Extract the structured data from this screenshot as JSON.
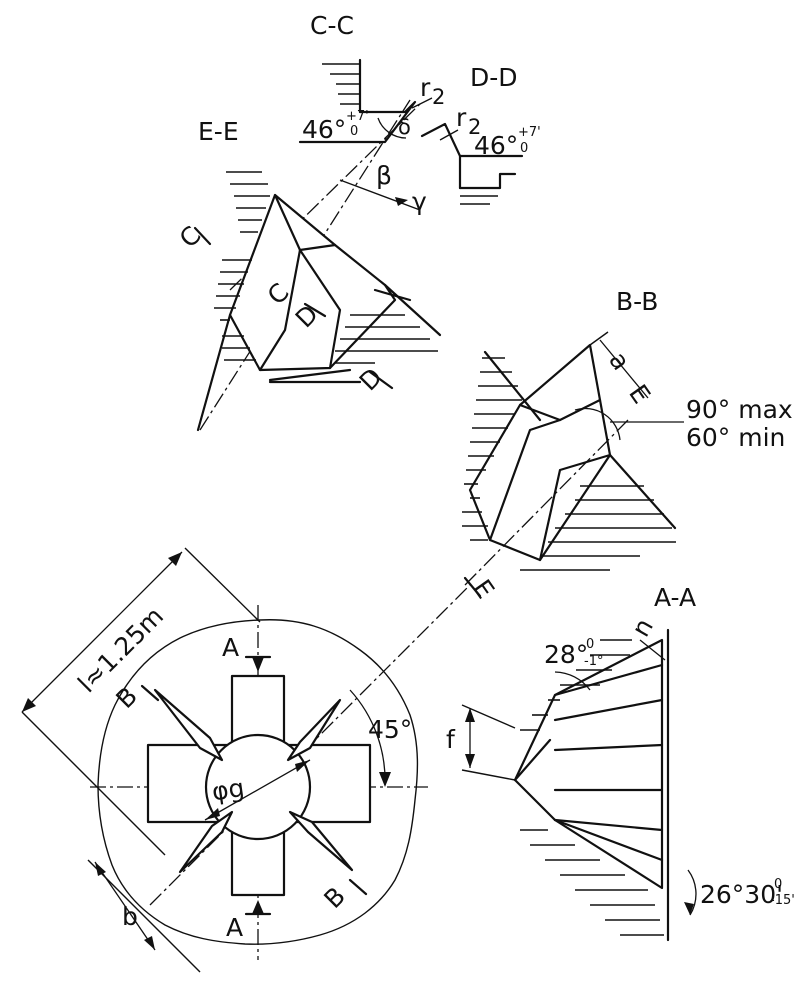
{
  "sections": {
    "cc": "C-C",
    "dd": "D-D",
    "ee": "E-E",
    "bb": "B-B",
    "aa": "A-A"
  },
  "cut_letters": {
    "c1": "C",
    "c2": "C",
    "d1": "D",
    "d2": "D",
    "e1": "E",
    "e2": "E",
    "a1": "A",
    "a2": "A",
    "b1": "B",
    "b2": "B"
  },
  "dims": {
    "l": "l≈1.25m",
    "b": "b",
    "phi_g": "φg",
    "angle_45": "45°",
    "f": "f",
    "a": "a",
    "n": "n",
    "beta": "β",
    "gamma": "γ",
    "delta": "δ",
    "r2_a": "r",
    "r2_a_sub": "2",
    "r2_b": "r",
    "r2_b_sub": "2",
    "deg46_a": "46°",
    "deg46_a_sup": "+7'",
    "deg46_a_sub": "0",
    "deg46_b": "46°",
    "deg46_b_sup": "+7'",
    "deg46_b_sub": "0",
    "angle_max": "90° max",
    "angle_min": "60° min",
    "deg28": "28°",
    "deg28_sup": "0",
    "deg28_sub": "-1°",
    "deg26": "26°30'",
    "deg26_sup": "0",
    "deg26_sub": "-15'"
  }
}
